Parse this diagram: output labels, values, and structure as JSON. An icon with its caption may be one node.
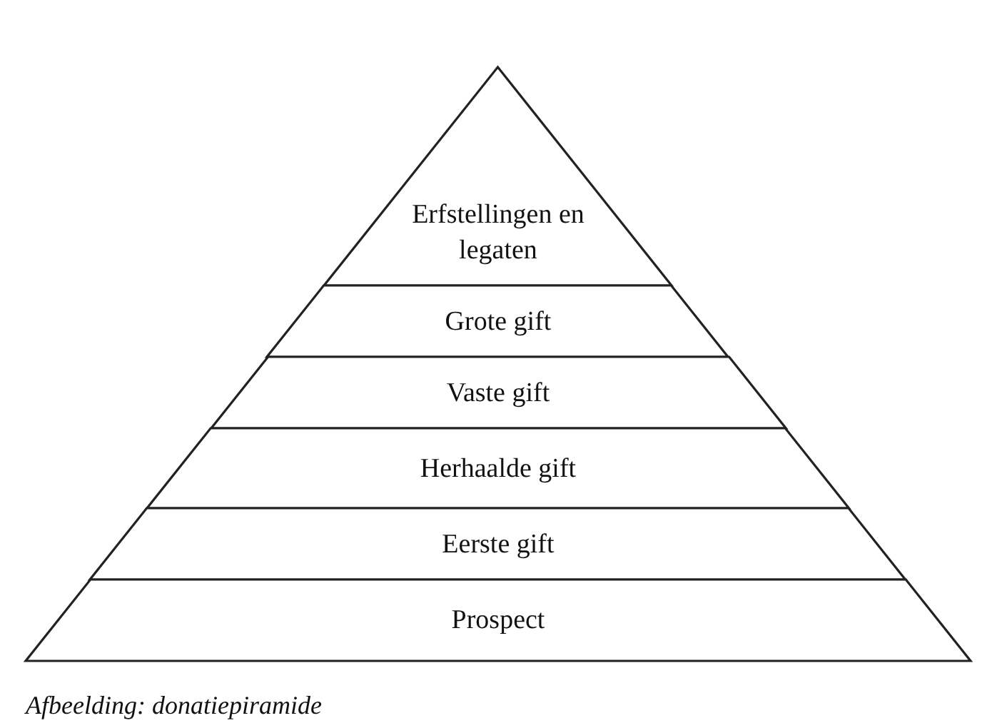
{
  "diagram": {
    "caption": "Afbeelding: donatiepiramide",
    "nodes": [
      {
        "text": [
          "Erfstellingen en legaten"
        ]
      },
      {
        "text": [
          "Grote gift"
        ]
      },
      {
        "text": [
          "Vaste gift"
        ]
      },
      {
        "text": [
          "Herhaalde gift"
        ]
      },
      {
        "text": [
          "Eerste gift"
        ]
      },
      {
        "text": [
          "Prospect"
        ]
      }
    ],
    "edges": []
  }
}
